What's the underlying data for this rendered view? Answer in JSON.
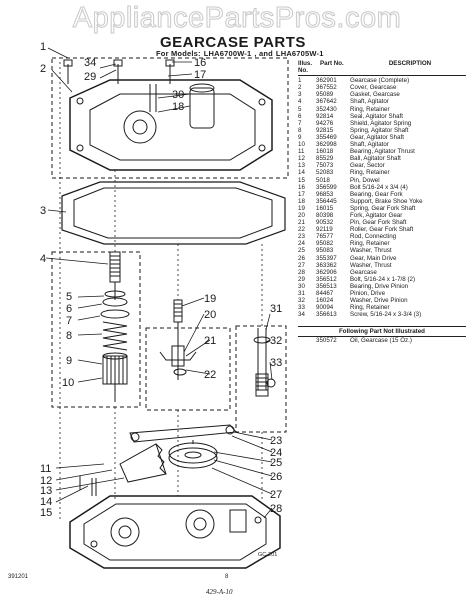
{
  "watermark": "AppliancePartsPros.com",
  "title": "GEARCASE PARTS",
  "subtitle": {
    "prefix": "For Models:",
    "model1": "LHA6700W-1",
    "joiner": ", and",
    "model2": "LHA6705W-1"
  },
  "table": {
    "headers": {
      "illus": "Illus. No.",
      "part": "Part No.",
      "description": "DESCRIPTION"
    },
    "rows": [
      {
        "no": "1",
        "part": "362901",
        "desc": "Gearcase (Complete)"
      },
      {
        "no": "2",
        "part": "367552",
        "desc": "Cover, Gearcase"
      },
      {
        "no": "3",
        "part": "95089",
        "desc": "Gasket, Gearcase"
      },
      {
        "no": "4",
        "part": "367642",
        "desc": "Shaft, Agitator"
      },
      {
        "no": "5",
        "part": "352430",
        "desc": "Ring, Retainer"
      },
      {
        "no": "6",
        "part": "92814",
        "desc": "Seal, Agitator Shaft"
      },
      {
        "no": "7",
        "part": "94276",
        "desc": "Shield, Agitator Spring"
      },
      {
        "no": "8",
        "part": "92815",
        "desc": "Spring, Agitator Shaft"
      },
      {
        "no": "9",
        "part": "355469",
        "desc": "Gear, Agitator Shaft"
      },
      {
        "no": "10",
        "part": "362998",
        "desc": "Shaft, Agitator"
      },
      {
        "no": "11",
        "part": "16018",
        "desc": "Bearing, Agitator Thrust"
      },
      {
        "no": "12",
        "part": "85529",
        "desc": "Ball, Agitator Shaft"
      },
      {
        "no": "13",
        "part": "75073",
        "desc": "Gear, Sector"
      },
      {
        "no": "14",
        "part": "52083",
        "desc": "Ring, Retainer"
      },
      {
        "no": "15",
        "part": "5018",
        "desc": "Pin, Dowel"
      },
      {
        "no": "16",
        "part": "356599",
        "desc": "Bolt 5/16-24 x 3/4 (4)"
      },
      {
        "no": "17",
        "part": "96853",
        "desc": "Bearing, Gear Fork"
      },
      {
        "no": "18",
        "part": "356445",
        "desc": "Support, Brake Shoe Yoke"
      },
      {
        "no": "19",
        "part": "16015",
        "desc": "Spring, Gear Fork Shaft"
      },
      {
        "no": "20",
        "part": "80398",
        "desc": "Fork, Agitator Gear"
      },
      {
        "no": "21",
        "part": "90532",
        "desc": "Pin, Gear Fork Shaft"
      },
      {
        "no": "22",
        "part": "92119",
        "desc": "Roller, Gear Fork Shaft"
      },
      {
        "no": "23",
        "part": "76577",
        "desc": "Rod, Connecting"
      },
      {
        "no": "24",
        "part": "95082",
        "desc": "Ring, Retainer"
      },
      {
        "no": "25",
        "part": "95083",
        "desc": "Washer, Thrust"
      },
      {
        "no": "26",
        "part": "355397",
        "desc": "Gear, Main Drive"
      },
      {
        "no": "27",
        "part": "363362",
        "desc": "Washer, Thrust"
      },
      {
        "no": "28",
        "part": "362906",
        "desc": "Gearcase"
      },
      {
        "no": "29",
        "part": "356512",
        "desc": "Bolt, 5/16-24 x 1-7/8 (2)"
      },
      {
        "no": "30",
        "part": "356513",
        "desc": "Bearing, Drive Pinion"
      },
      {
        "no": "31",
        "part": "84467",
        "desc": "Pinion, Drive"
      },
      {
        "no": "32",
        "part": "16024",
        "desc": "Washer, Drive Pinion"
      },
      {
        "no": "33",
        "part": "90094",
        "desc": "Ring, Retainer"
      },
      {
        "no": "34",
        "part": "356613",
        "desc": "Screw, 5/16-24 x 3-3/4 (3)"
      }
    ],
    "not_illustrated_heading": "Following Part Not Illustrated",
    "not_illustrated": [
      {
        "no": "",
        "part": "350572",
        "desc": "Oil, Gearcase (15 Oz.)"
      }
    ]
  },
  "diagram": {
    "code": "GC-201",
    "callouts": [
      "1",
      "2",
      "34",
      "29",
      "16",
      "17",
      "30",
      "18",
      "3",
      "4",
      "5",
      "6",
      "7",
      "8",
      "9",
      "10",
      "11",
      "12",
      "13",
      "14",
      "15",
      "19",
      "20",
      "21",
      "22",
      "31",
      "32",
      "33",
      "23",
      "24",
      "25",
      "26",
      "27",
      "28"
    ]
  },
  "footer": {
    "left": "391201",
    "center": "8",
    "handwritten": "429-A-10"
  }
}
